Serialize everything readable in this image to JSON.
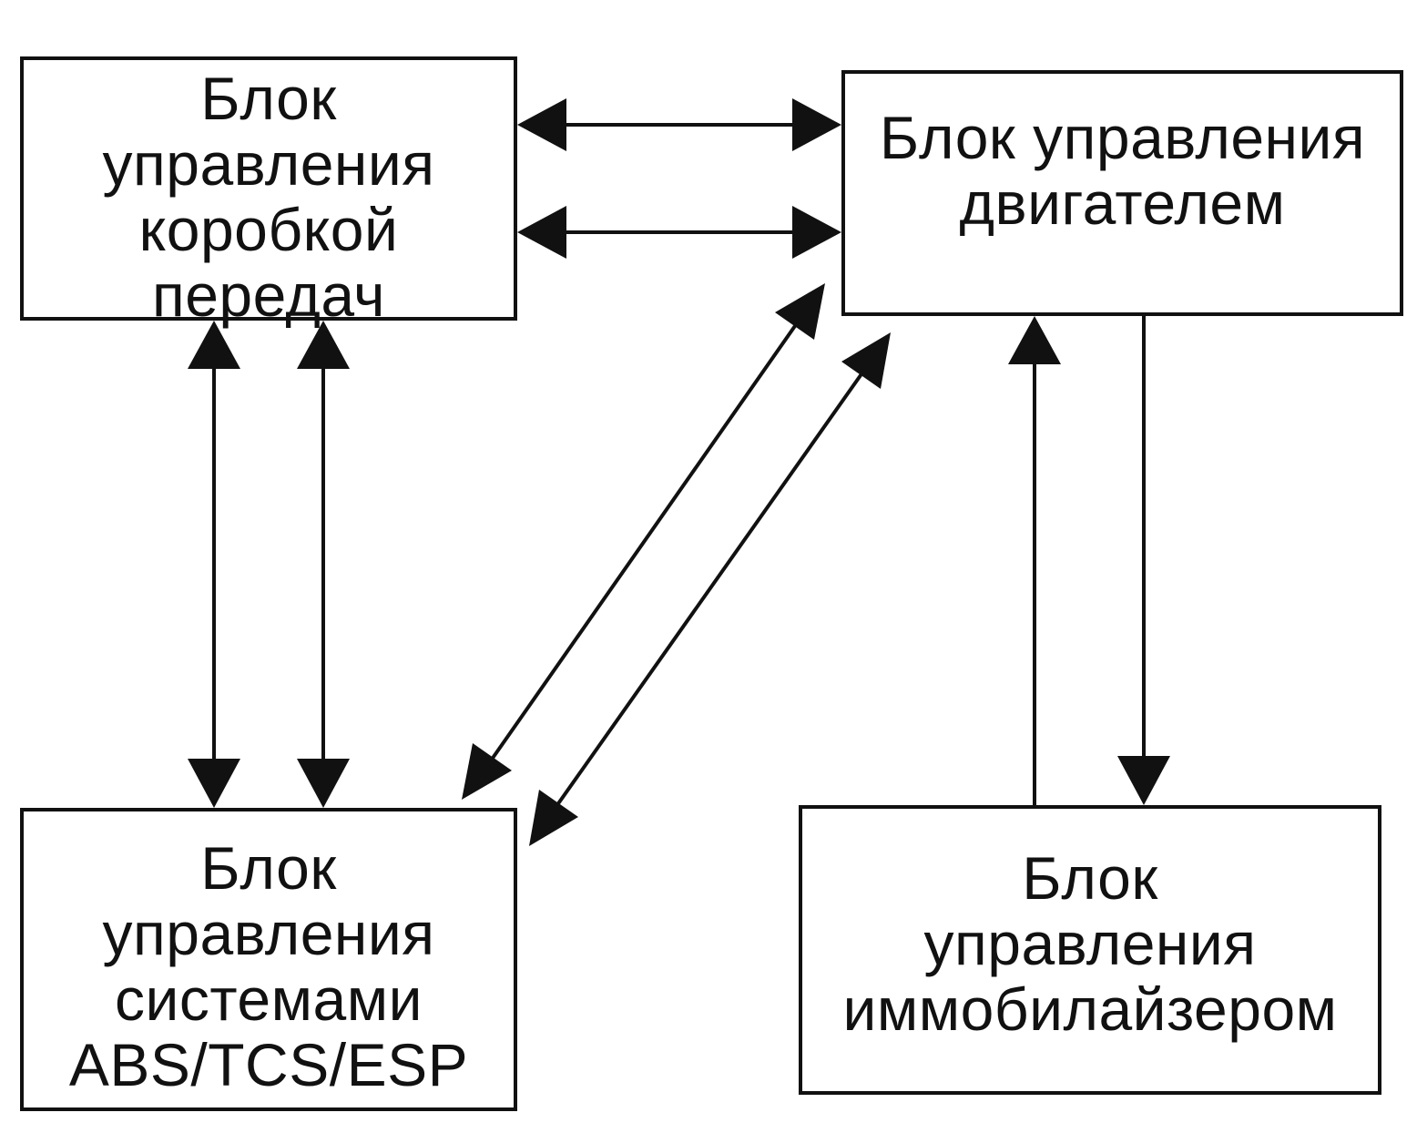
{
  "diagram": {
    "blocks": {
      "gearbox": {
        "lines": [
          "Блок",
          "управления",
          "коробкой",
          "передач"
        ]
      },
      "engine": {
        "lines": [
          "Блок управления",
          "двигателем"
        ]
      },
      "abs": {
        "lines": [
          "Блок",
          "управления",
          "системами",
          "ABS/TCS/ESP"
        ]
      },
      "immobilizer": {
        "lines": [
          "Блок",
          "управления",
          "иммобилайзером"
        ]
      }
    },
    "connections": [
      {
        "from": "gearbox",
        "to": "engine",
        "direction": "bidirectional"
      },
      {
        "from": "gearbox",
        "to": "engine",
        "direction": "bidirectional"
      },
      {
        "from": "gearbox",
        "to": "abs",
        "direction": "bidirectional"
      },
      {
        "from": "gearbox",
        "to": "abs",
        "direction": "bidirectional"
      },
      {
        "from": "abs",
        "to": "engine",
        "direction": "bidirectional"
      },
      {
        "from": "abs",
        "to": "engine",
        "direction": "bidirectional"
      },
      {
        "from": "immobilizer",
        "to": "engine",
        "direction": "one-way"
      },
      {
        "from": "engine",
        "to": "immobilizer",
        "direction": "one-way"
      }
    ],
    "colors": {
      "line": "#111111",
      "background": "#ffffff"
    }
  }
}
